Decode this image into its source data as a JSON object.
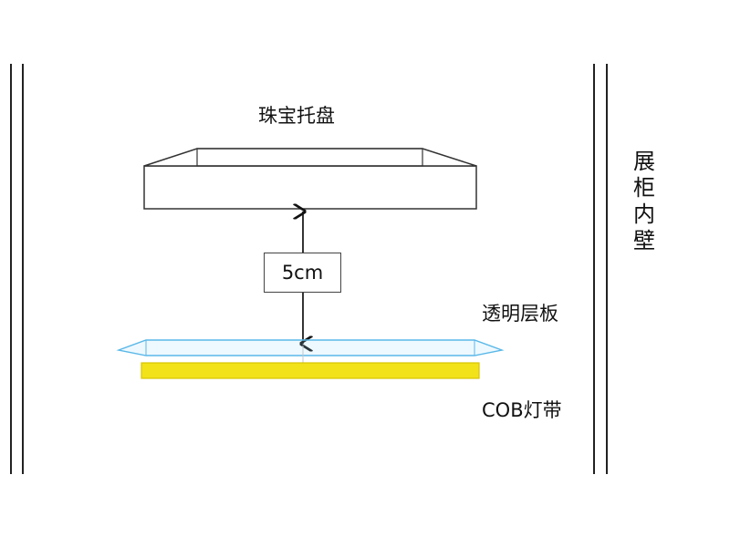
{
  "labels": {
    "tray": "珠宝托盘",
    "distance": "5cm",
    "shelf": "透明层板",
    "cob_strip": "COB灯带",
    "cabinet_wall": "展柜内壁"
  },
  "colors": {
    "line": "#222222",
    "tray_stroke": "#333333",
    "glass_stroke": "#5ab8e8",
    "cob_fill": "#f2e21a",
    "cob_stroke": "#d8c400"
  }
}
